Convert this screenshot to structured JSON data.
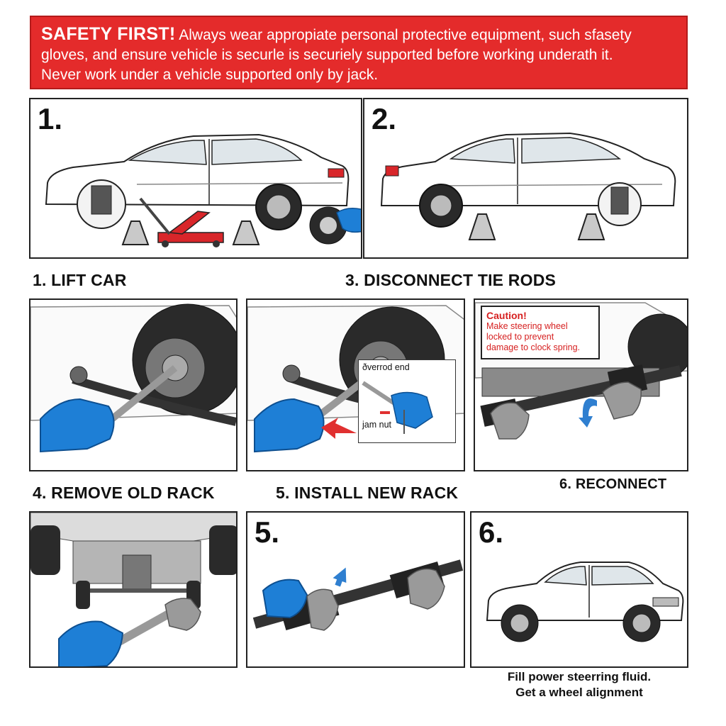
{
  "safety": {
    "lead": "SAFETY FIRST!",
    "line1": "Always wear appropiate personal protective equipment, such sfasety",
    "line2": "gloves, and ensure vehicle is securle is securiely supported before working underath it.",
    "line3": "Never work under a vehicle supported only by jack."
  },
  "panels": {
    "p1": {
      "number": "1."
    },
    "p2": {
      "number": "2."
    },
    "p5": {
      "number": "5."
    },
    "p6": {
      "number": "6."
    }
  },
  "captions": {
    "lift_car": "1. LIFT CAR",
    "disconnect": "3. DISCONNECT TIE RODS",
    "remove": "4. REMOVE OLD RACK",
    "install": "5. INSTALL NEW RACK",
    "reconnect": "6. RECONNECT"
  },
  "callout": {
    "top_label": "ðverrod end",
    "bottom_label": "jam nut"
  },
  "caution": {
    "title": "Caution!",
    "line1": "Make steering wheel",
    "line2": "locked to prevent",
    "line3": "damage to clock spring."
  },
  "final_note": {
    "line1": "Fill power steerring fluid.",
    "line2": "Get a wheel alignment"
  },
  "colors": {
    "banner_red": "#e42b2b",
    "glove_blue": "#1e7fd6",
    "glove_gray": "#9a9a9a",
    "jack_red": "#d8262a",
    "arrow_blue": "#2f7fd0",
    "arrow_red": "#e03030",
    "car_white": "#ffffff",
    "tire": "#2a2a2a"
  }
}
